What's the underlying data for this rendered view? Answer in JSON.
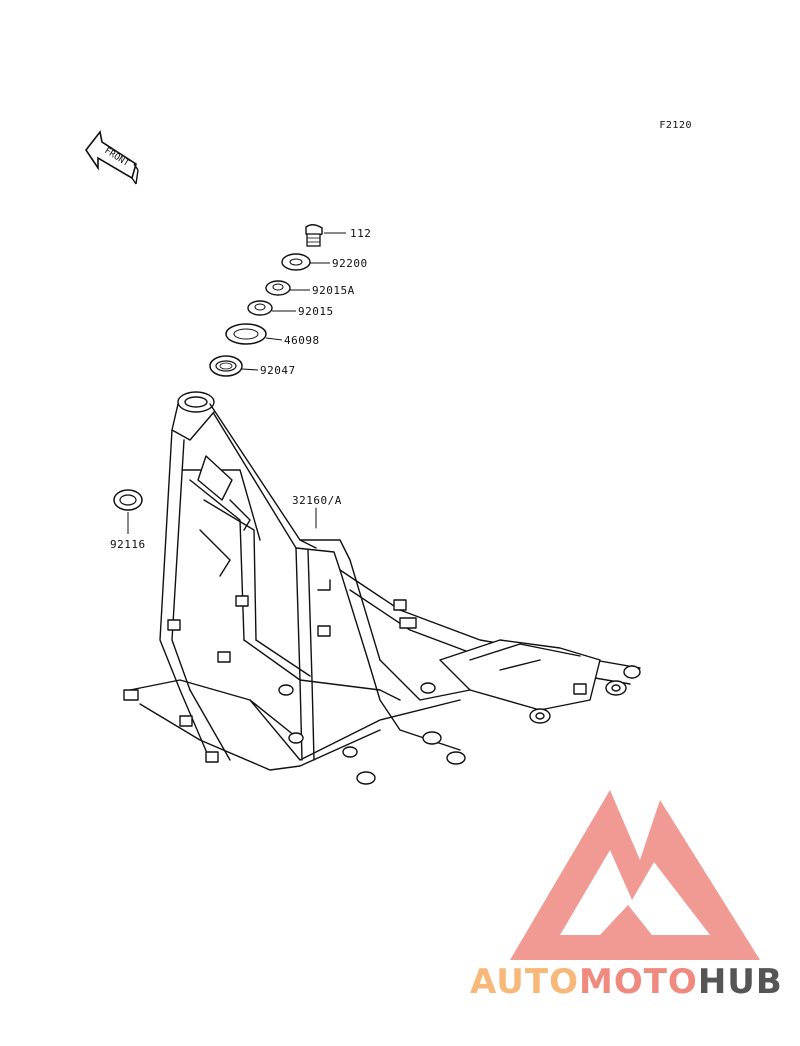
{
  "figure_code": "F2120",
  "front_label": "FRONT",
  "part_numbers": {
    "p112": "112",
    "p92200": "92200",
    "p92015A": "92015A",
    "p92015": "92015",
    "p46098": "46098",
    "p92047": "92047",
    "p32160A": "32160/A",
    "p92116": "92116"
  },
  "watermark": {
    "part1": "AUTO",
    "part2": "MOTO",
    "part3": "HUB",
    "colors": {
      "auto": "#f7b879",
      "moto": "#f08a80",
      "hub": "#555555",
      "logo": "#f09088"
    }
  }
}
